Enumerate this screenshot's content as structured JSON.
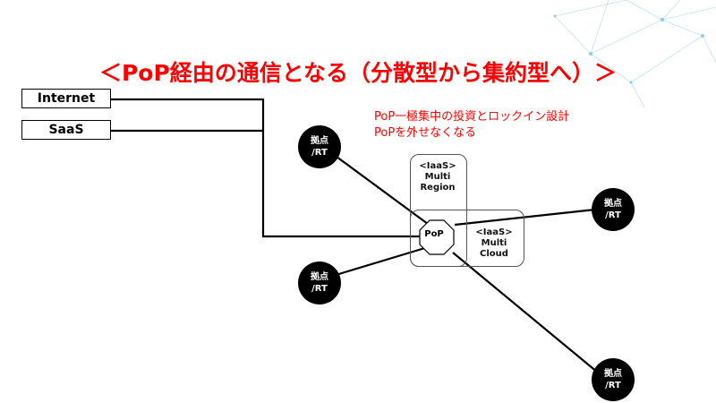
{
  "title": "＜PoP経由の通信となる（分散型から集約型へ）＞",
  "note": {
    "line1": "PoP一極集中の投資とロックイン設計",
    "line2": "PoPを外せなくなる"
  },
  "sources": {
    "internet": "Internet",
    "saas": "SaaS"
  },
  "iaas_region": {
    "line1": "<IaaS>",
    "line2": "Multi",
    "line3": "Region"
  },
  "iaas_cloud": {
    "line1": "<IaaS>",
    "line2": "Multi",
    "line3": "Cloud"
  },
  "pop": "PoP",
  "nodes": {
    "top_left": {
      "line1": "拠点",
      "line2": "/RT"
    },
    "bottom_left": {
      "line1": "拠点",
      "line2": "/RT"
    },
    "right": {
      "line1": "拠点",
      "line2": "/RT"
    },
    "bottom_right": {
      "line1": "拠点",
      "line2": "/RT"
    }
  },
  "colors": {
    "accent": "#ff0000",
    "line": "#000000",
    "decor": "#9fd9e6"
  }
}
